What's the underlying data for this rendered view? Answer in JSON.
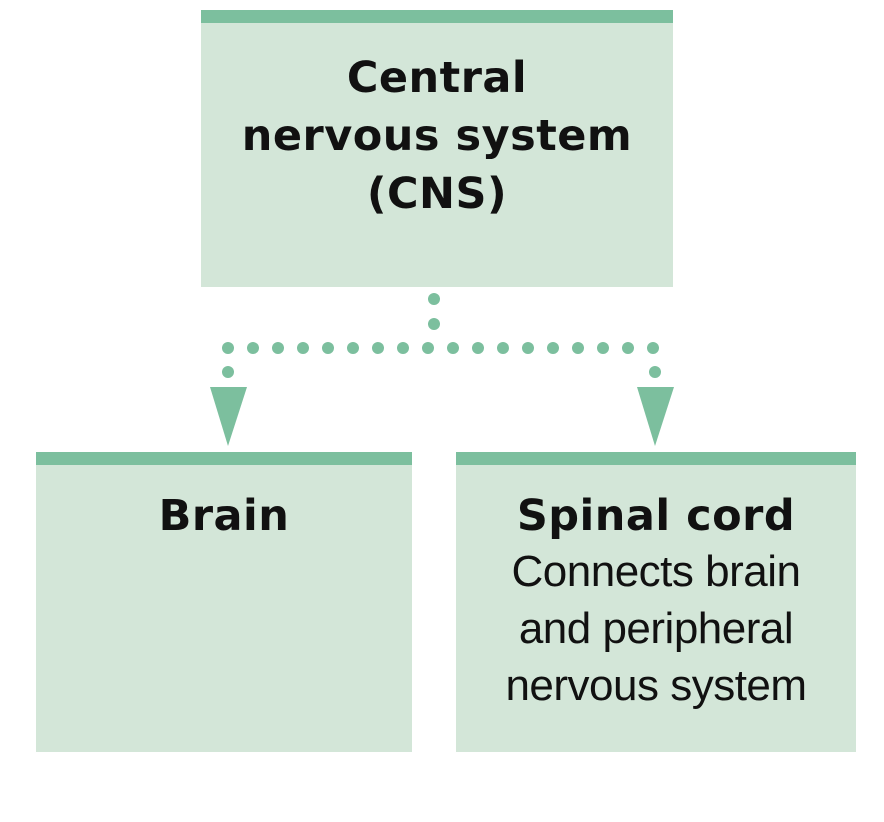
{
  "colors": {
    "box_fill": "#d3e6d8",
    "box_header": "#7cbf9e",
    "connector": "#7cbf9e",
    "text": "#111111"
  },
  "nodes": {
    "cns": {
      "title_lines": [
        "Central",
        "nervous system",
        "(CNS)"
      ]
    },
    "brain": {
      "title": "Brain"
    },
    "spinal_cord": {
      "title": "Spinal cord",
      "description_lines": [
        "Connects brain",
        "and peripheral",
        "nervous system"
      ]
    }
  },
  "edges": [
    {
      "from": "cns",
      "to": "brain",
      "style": "dotted-arrow"
    },
    {
      "from": "cns",
      "to": "spinal_cord",
      "style": "dotted-arrow"
    }
  ]
}
